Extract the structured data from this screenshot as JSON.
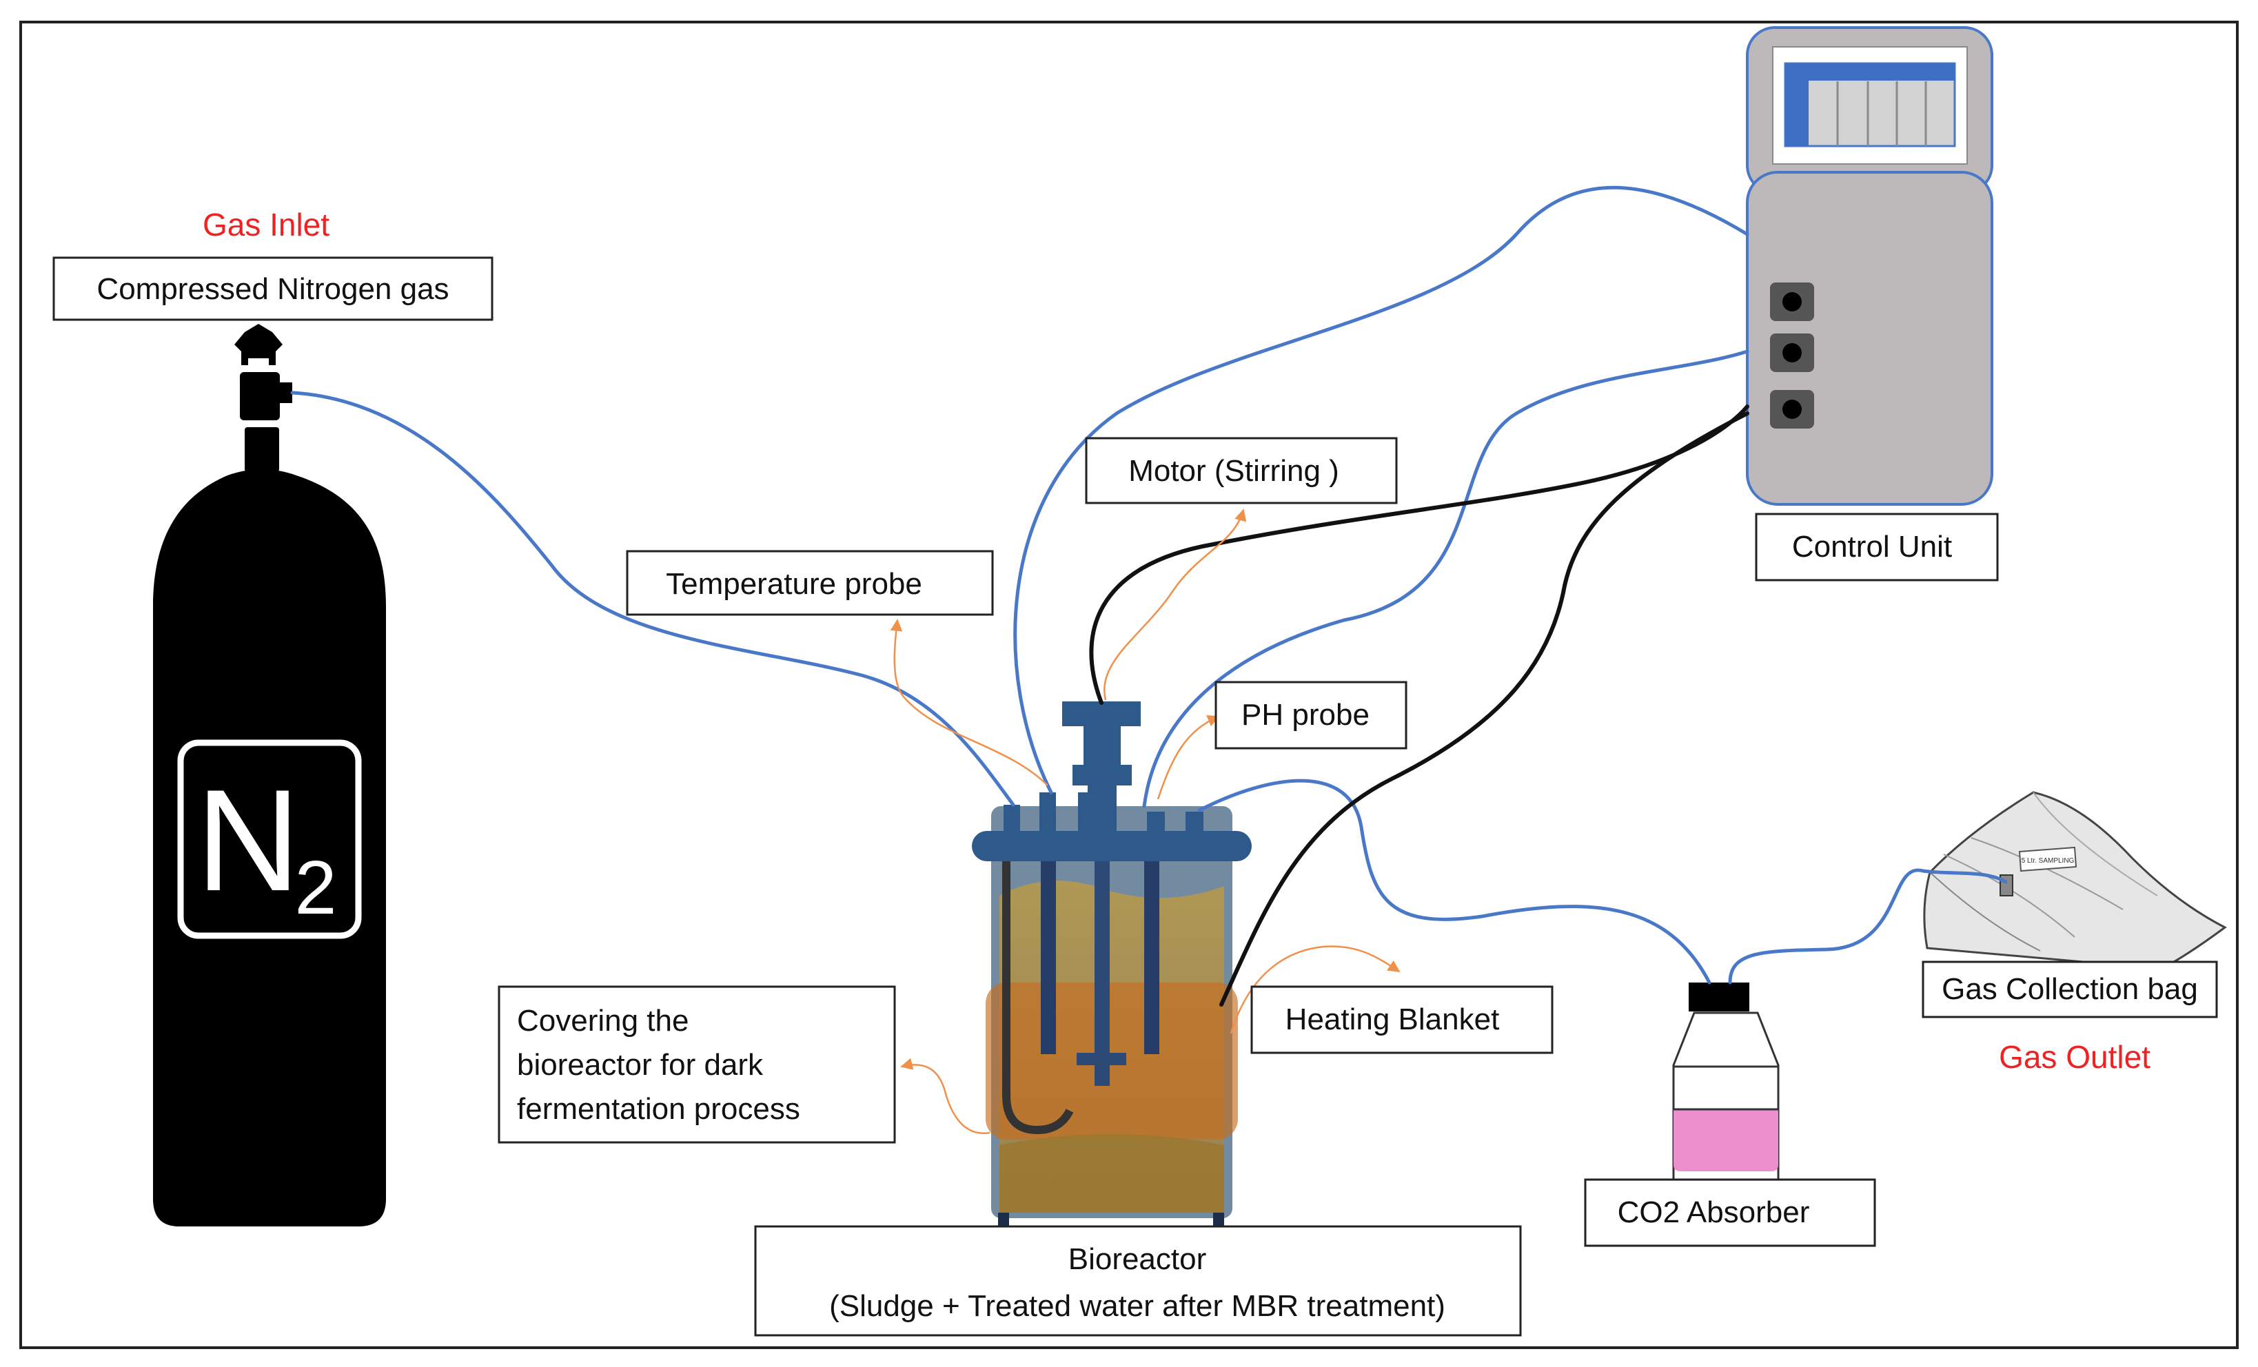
{
  "labels": {
    "gas_inlet": "Gas Inlet",
    "nitrogen": "Compressed Nitrogen gas",
    "n2_letter": "N",
    "n2_sub": "2",
    "temperature_probe": "Temperature probe",
    "motor": "Motor (Stirring )",
    "ph_probe": "PH probe",
    "control_unit": "Control Unit",
    "heating_blanket": "Heating Blanket",
    "covering_line1": "Covering the",
    "covering_line2": "bioreactor for dark",
    "covering_line3": "fermentation process",
    "bioreactor_line1": "Bioreactor",
    "bioreactor_line2": "(Sludge + Treated water after MBR treatment)",
    "co2_absorber": "CO2 Absorber",
    "gas_collection_bag": "Gas Collection bag",
    "gas_outlet": "Gas Outlet",
    "bag_tag": "5 Ltr. SAMPLING"
  },
  "colors": {
    "tube_blue": "#4a78c8",
    "cable_black": "#111111",
    "arrow_orange": "#f0904a",
    "label_red": "#ee2222",
    "control_unit_gray": "#bdb9ba",
    "bioreactor_blue": "#2d5a8a",
    "absorber_pink": "#ee8fcd"
  }
}
